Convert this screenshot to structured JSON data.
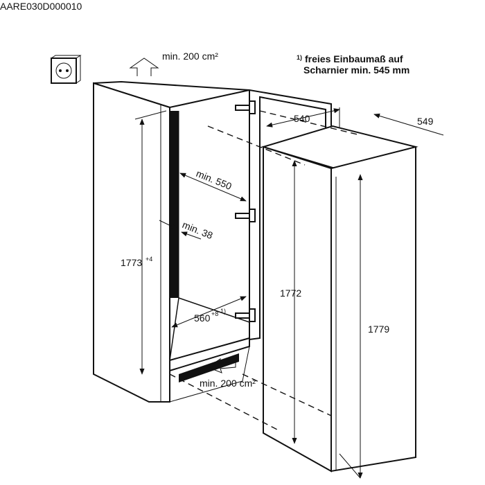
{
  "diagram_code": "AARE030D000010",
  "footnote": {
    "marker": "1)",
    "line1": "freies Einbaumaß auf",
    "line2": "Scharnier min. 545 mm"
  },
  "ventilation_top": "min. 200 cm²",
  "ventilation_bottom": "min. 200 cm²",
  "dimensions": {
    "door_depth": "540",
    "appliance_depth": "549",
    "niche_depth": "min. 550",
    "vent_gap": "min. 38",
    "niche_height": "1773",
    "niche_height_tol": "+4",
    "niche_width": "560",
    "niche_width_tol": "+8",
    "niche_width_note": "1)",
    "appliance_height_body": "1772",
    "appliance_height_total": "1779"
  }
}
